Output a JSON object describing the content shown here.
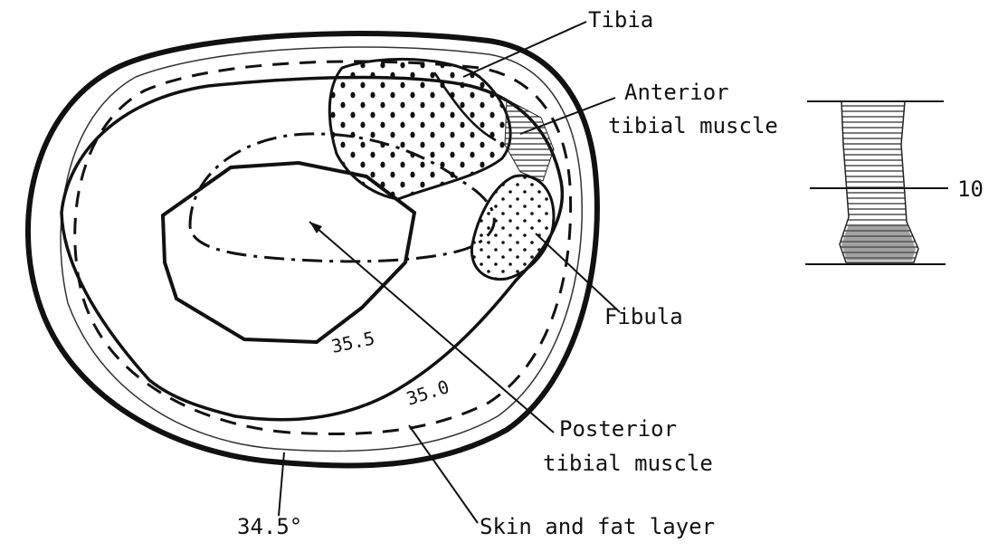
{
  "labels": {
    "tibia": "Tibia",
    "anterior_tibial_line1": "Anterior",
    "anterior_tibial_line2": "tibial muscle",
    "fibula": "Fibula",
    "posterior_tibial_line1": "Posterior",
    "posterior_tibial_line2": "tibial muscle",
    "skin_fat": "Skin and fat layer"
  },
  "isotherms": {
    "inner": "35.5",
    "middle": "35.0",
    "outer": "34.5°"
  },
  "side_view": {
    "level_label": "10"
  }
}
